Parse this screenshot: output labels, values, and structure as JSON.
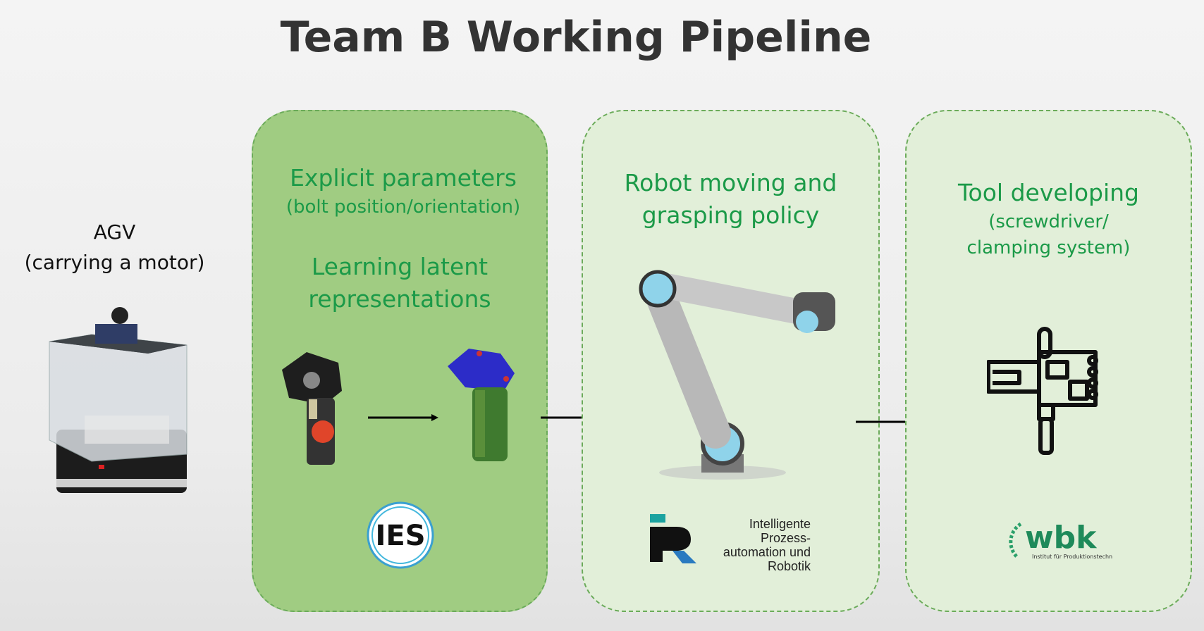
{
  "title": "Team B Working Pipeline",
  "agv": {
    "line1": "AGV",
    "line2": "(carrying a motor)"
  },
  "panel1": {
    "heading": "Explicit parameters",
    "subheading": "(bolt position/orientation)",
    "heading2_line1": "Learning latent",
    "heading2_line2": "representations",
    "logo_text": "IES"
  },
  "panel2": {
    "heading_line1": "Robot moving and",
    "heading_line2": "grasping policy",
    "logo_line1": "Intelligente Prozess-",
    "logo_line2": "automation und",
    "logo_line3": "Robotik"
  },
  "panel3": {
    "heading": "Tool developing",
    "sub_line1": "(screwdriver/",
    "sub_line2": "clamping system)",
    "logo_text": "wbk",
    "logo_sub": "Institut für Produktionstechnik"
  },
  "colors": {
    "accent_green": "#1b9a48",
    "panel_dark": "#a0cc82",
    "panel_light": "#e2efd9",
    "robot_blue": "#8fd3ea"
  }
}
